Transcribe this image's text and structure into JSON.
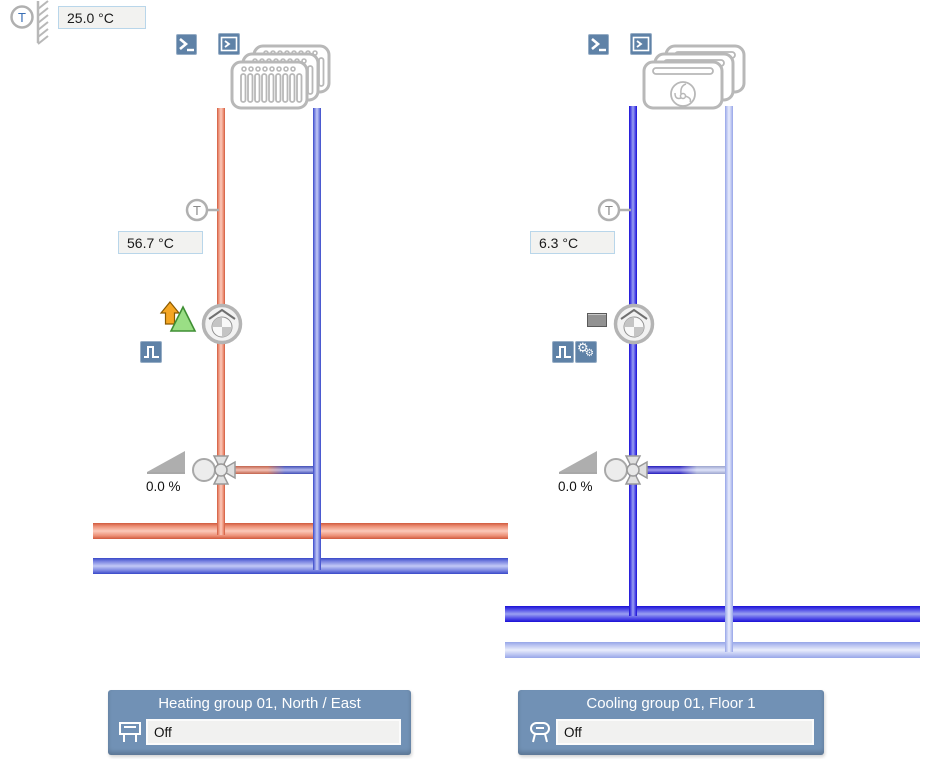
{
  "outdoor": {
    "sensor_label": "T",
    "temperature": "25.0 °C"
  },
  "heating": {
    "sensor_label": "T",
    "supply_temperature": "56.7 °C",
    "valve_position": "0.0 %",
    "panel_title": "Heating group 01, North / East",
    "status": "Off"
  },
  "cooling": {
    "sensor_label": "T",
    "supply_temperature": "6.3 °C",
    "valve_position": "0.0 %",
    "panel_title": "Cooling group 01, Floor 1",
    "status": "Off"
  },
  "icons": {
    "gear_glyph": "⚙"
  },
  "colors": {
    "command_icon_blue": "#5f82a7",
    "panel_blue": "#7191b5",
    "field_border": "#b9d6ea",
    "heating_supply_pipe": "#d0593d",
    "heating_return_pipe": "#3848c8",
    "cooling_supply_pipe": "#1b0fd6",
    "cooling_return_pipe": "#96a5e8",
    "alarm_arrow_orange": "#f5a623",
    "ok_triangle_green": "#9ade85"
  }
}
